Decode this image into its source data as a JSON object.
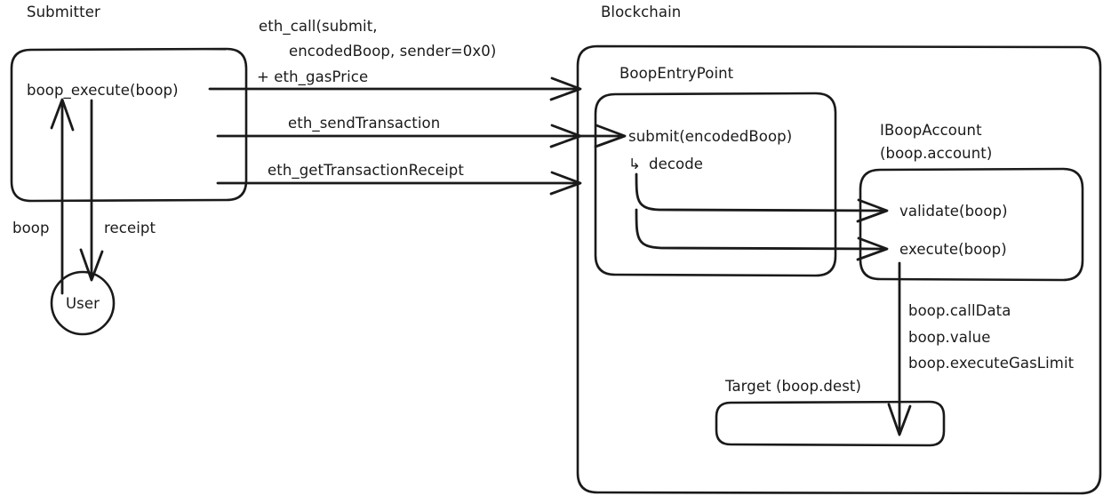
{
  "diagram": {
    "title_text_color": "#1a1a1a",
    "background": "#ffffff",
    "stroke_color": "#1a1a1a",
    "groups": {
      "submitter": {
        "label": "Submitter"
      },
      "blockchain": {
        "label": "Blockchain"
      },
      "boop_entry_point": {
        "label": "BoopEntryPoint"
      },
      "iboop_account": {
        "label_line1": "IBoopAccount",
        "label_line2": "(boop.account)"
      },
      "target": {
        "label": "Target (boop.dest)"
      }
    },
    "nodes": {
      "user": {
        "label": "User"
      },
      "boop_execute": {
        "label": "boop_execute(boop)"
      },
      "submit": {
        "label": "submit(encodedBoop)"
      },
      "decode": {
        "arrow_glyph": "↳",
        "label": "decode"
      },
      "validate": {
        "label": "validate(boop)"
      },
      "execute": {
        "label": "execute(boop)"
      }
    },
    "edge_labels": {
      "boop": "boop",
      "receipt": "receipt",
      "eth_call_line1": "eth_call(submit,",
      "eth_call_line2": "encodedBoop, sender=0x0)",
      "eth_call_line3": "+ eth_gasPrice",
      "eth_send_transaction": "eth_sendTransaction",
      "eth_get_transaction_receipt": "eth_getTransactionReceipt",
      "call_params_line1": "boop.callData",
      "call_params_line2": "boop.value",
      "call_params_line3": "boop.executeGasLimit"
    }
  }
}
